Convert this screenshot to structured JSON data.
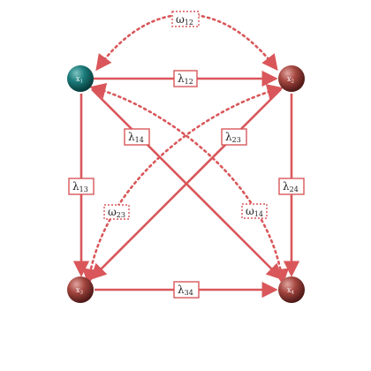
{
  "nodes": [
    {
      "id": "x1",
      "letter": "x",
      "sub": "1",
      "color": "teal"
    },
    {
      "id": "x2",
      "letter": "x",
      "sub": "2",
      "color": "brown-red"
    },
    {
      "id": "x3",
      "letter": "x",
      "sub": "3",
      "color": "brown-red"
    },
    {
      "id": "x4",
      "letter": "x",
      "sub": "4",
      "color": "brown-red"
    }
  ],
  "edges_solid": [
    {
      "id": "l12",
      "from": "x1",
      "to": "x2",
      "letter": "λ",
      "sub": "12"
    },
    {
      "id": "l14",
      "from": "x1",
      "to": "x4",
      "letter": "λ",
      "sub": "14"
    },
    {
      "id": "l23",
      "from": "x2",
      "to": "x3",
      "letter": "λ",
      "sub": "23"
    },
    {
      "id": "l13",
      "from": "x1",
      "to": "x3",
      "letter": "λ",
      "sub": "13"
    },
    {
      "id": "l24",
      "from": "x2",
      "to": "x4",
      "letter": "λ",
      "sub": "24"
    },
    {
      "id": "l34",
      "from": "x3",
      "to": "x4",
      "letter": "λ",
      "sub": "34"
    }
  ],
  "edges_dotted": [
    {
      "id": "w12",
      "between": [
        "x1",
        "x2"
      ],
      "letter": "ω",
      "sub": "12"
    },
    {
      "id": "w23",
      "between": [
        "x2",
        "x3"
      ],
      "letter": "ω",
      "sub": "23"
    },
    {
      "id": "w14",
      "between": [
        "x1",
        "x4"
      ],
      "letter": "ω",
      "sub": "14"
    }
  ],
  "colors": {
    "edge": "#d9575a",
    "node_teal": "#0f6d6c",
    "node_red": "#9e3f3b"
  }
}
